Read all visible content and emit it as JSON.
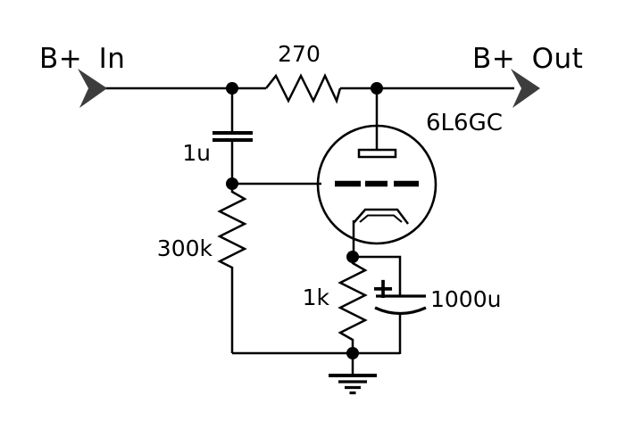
{
  "schematic": {
    "terminals": {
      "in_label": "B+ In",
      "out_label": "B+ Out"
    },
    "components": {
      "r_series": {
        "value": "270"
      },
      "c_filter": {
        "value": "1u"
      },
      "r_bleed": {
        "value": "300k"
      },
      "v_tube": {
        "value": "6L6GC"
      },
      "r_cathode": {
        "value": "1k"
      },
      "c_bypass": {
        "value": "1000u",
        "polarity": "+"
      }
    },
    "icons": {
      "input_arrow": "arrow-right",
      "output_arrow": "arrow-right",
      "ground": "earth-ground",
      "junction": "solder-dot"
    },
    "colors": {
      "wire": "#000000",
      "text": "#000000",
      "arrow": "#3d3d3d",
      "background": "#ffffff"
    }
  }
}
